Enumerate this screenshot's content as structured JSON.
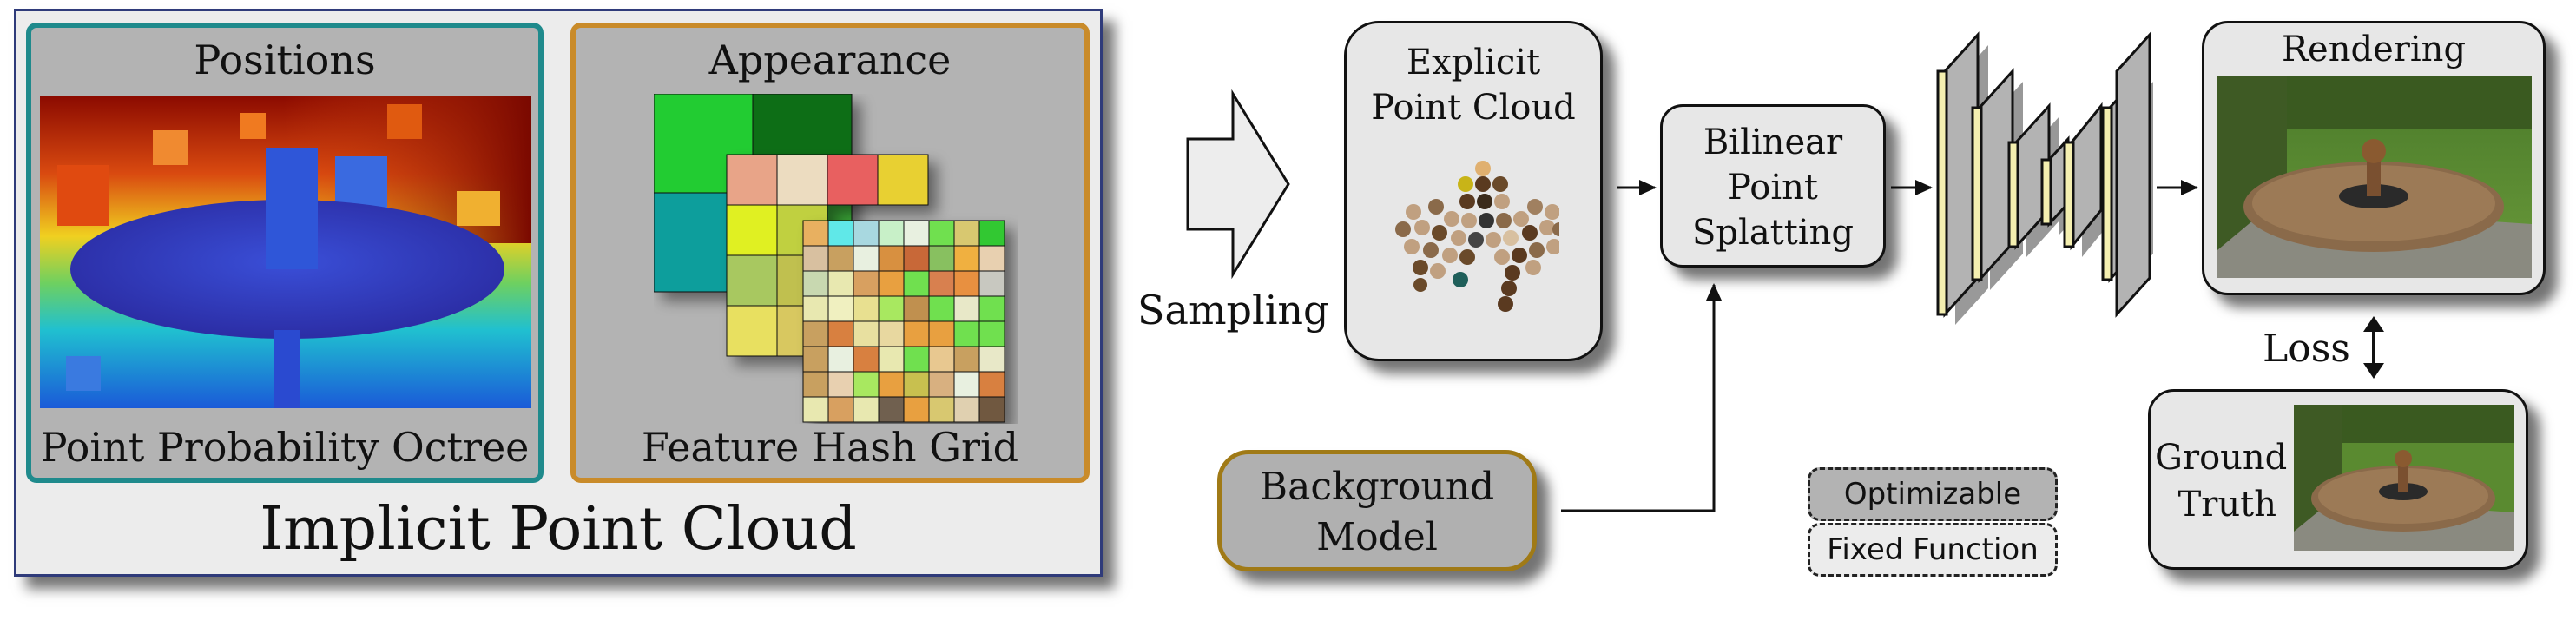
{
  "implicit_point_cloud": {
    "label": "Implicit Point Cloud",
    "positions": {
      "title": "Positions",
      "subtitle": "Point Probability Octree"
    },
    "appearance": {
      "title": "Appearance",
      "subtitle": "Feature Hash Grid"
    }
  },
  "sampling": {
    "label": "Sampling"
  },
  "explicit_point_cloud": {
    "label_line1": "Explicit",
    "label_line2": "Point Cloud"
  },
  "splatting": {
    "line1": "Bilinear",
    "line2": "Point",
    "line3": "Splatting"
  },
  "background_model": {
    "line1": "Background",
    "line2": "Model"
  },
  "rendering": {
    "label": "Rendering"
  },
  "loss": {
    "label": "Loss"
  },
  "ground_truth": {
    "line1": "Ground",
    "line2": "Truth"
  },
  "legend": {
    "optimizable": "Optimizable",
    "fixed_function": "Fixed Function"
  },
  "colors": {
    "positions_border": "#1f8a8c",
    "appearance_border": "#c98b2a",
    "implicit_border": "#2f3b7a",
    "background_border": "#a07a16",
    "unet_bar": "#f4efb0"
  }
}
